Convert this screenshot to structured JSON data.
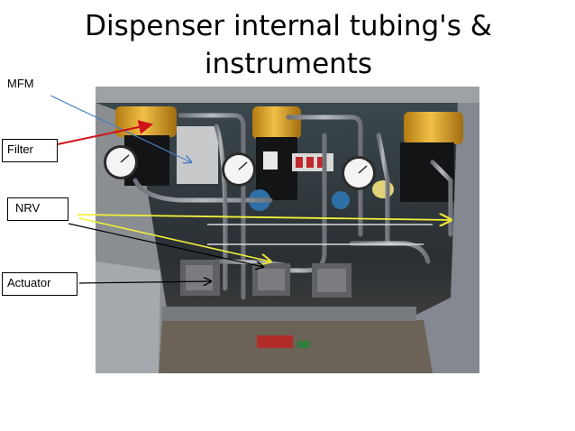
{
  "slide": {
    "title": "Dispenser internal tubing's & instruments",
    "labels": {
      "mfm": "MFM",
      "filter": "Filter",
      "nrv": "NRV",
      "actuator": "Actuator"
    }
  },
  "colors": {
    "mfm_arrow": "#4a7fc1",
    "filter_arrow": "#d0121b",
    "nrv_arrow_yellow": "#f2ef3a",
    "nrv_arrow_black": "#000000",
    "actuator_arrow": "#000000",
    "filter_body": "#d9a426",
    "frame": "#8a8d92"
  },
  "icons": [
    "pressure-gauge-icon",
    "filter-canister-icon",
    "arrow-icon"
  ]
}
